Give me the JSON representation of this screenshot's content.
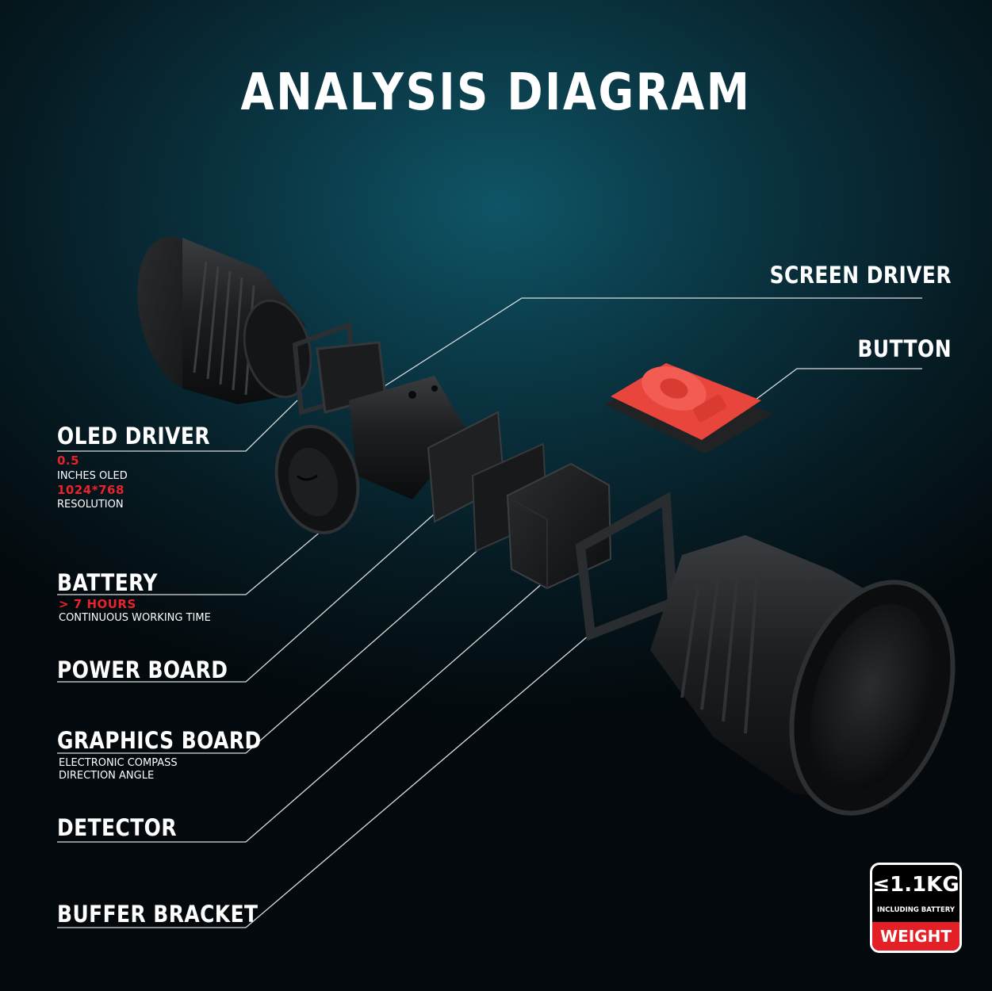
{
  "title": "ANALYSIS DIAGRAM",
  "labels": {
    "screen_driver": "SCREEN DRIVER",
    "button": "BUTTON",
    "oled_driver": "OLED DRIVER",
    "battery": "BATTERY",
    "power_board": "POWER BOARD",
    "graphics_board": "GRAPHICS BOARD",
    "detector": "DETECTOR",
    "buffer_bracket": "BUFFER BRACKET"
  },
  "oled": {
    "size_value": "0.5",
    "size_text": "INCHES OLED",
    "resolution_value": "1024*768",
    "resolution_text": "RESOLUTION"
  },
  "battery_info": {
    "hours": "> 7 HOURS",
    "text": "CONTINUOUS  WORKING TIME"
  },
  "graphics_info": {
    "line1": "ELECTRONIC COMPASS",
    "line2": "DIRECTION ANGLE"
  },
  "badge": {
    "weight": "≤1.1KG",
    "including": "INCLUDING BATTERY",
    "footer": "WEIGHT"
  },
  "colors": {
    "accent_red": "#e8232a",
    "button_red": "#e8453c",
    "background": "#0a3542"
  }
}
